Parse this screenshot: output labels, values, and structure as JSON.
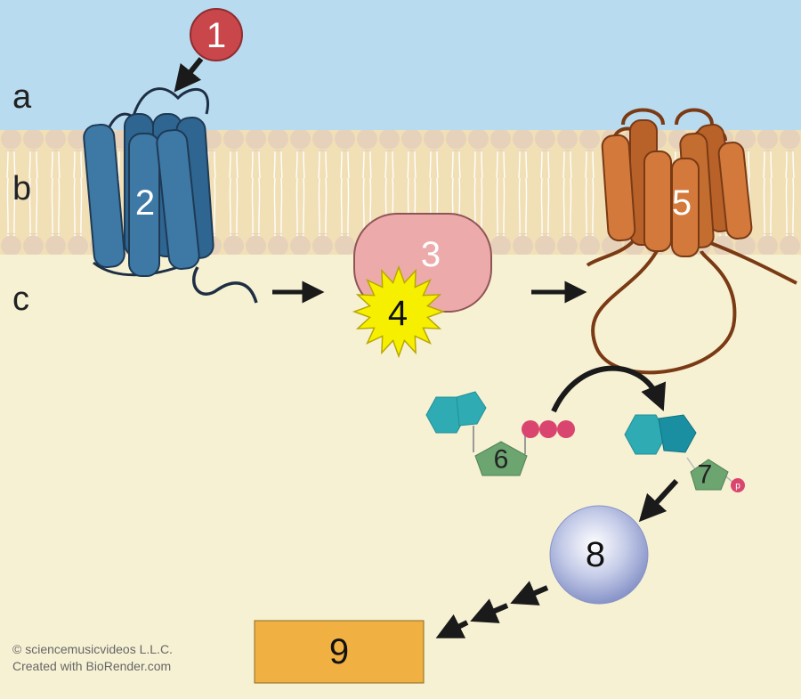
{
  "region_labels": {
    "a": "a",
    "b": "b",
    "c": "c"
  },
  "markers": {
    "m1": "1",
    "m2": "2",
    "m3": "3",
    "m4": "4",
    "m5": "5",
    "m6": "6",
    "m7": "7",
    "m8": "8",
    "m9": "9",
    "phosphate": "p"
  },
  "credits": {
    "line1": "© sciencemusicvideos L.L.C.",
    "line2": "Created with BioRender.com"
  },
  "colors": {
    "extracellular": "#b8dbef",
    "cytoplasm": "#f7f1d4",
    "membrane": "#f1dfb6",
    "lipid_head": "#e6d2bb",
    "receptor_blue": "#3e79a6",
    "receptor_orange": "#d2793b",
    "ligand_red": "#c9474b",
    "g_protein_pink": "#edaaab",
    "activator_yellow": "#f6f000",
    "atp_teal": "#2fabb4",
    "ribose_green": "#6ca570",
    "phosphate_pink": "#d9456e",
    "kinase_lavender": "#a9b4da",
    "response_orange": "#f1b042"
  }
}
